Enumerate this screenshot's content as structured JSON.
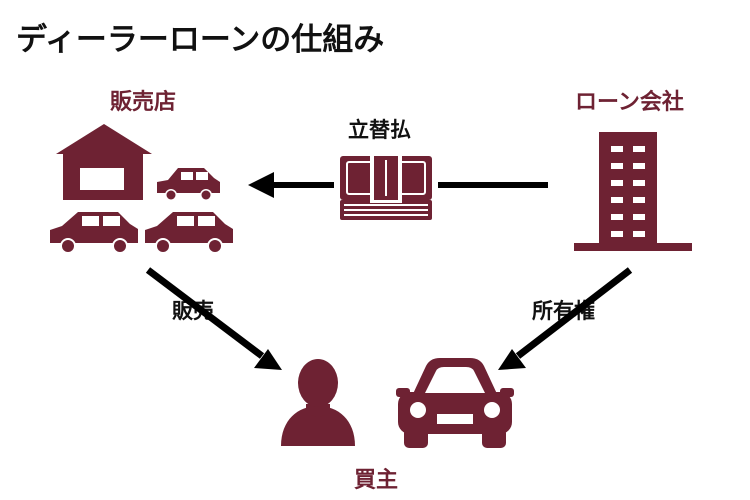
{
  "title": "ディーラーローンの仕組み",
  "colors": {
    "accent": "#6e2233",
    "arrow": "#000000",
    "text": "#111111"
  },
  "nodes": {
    "dealer": {
      "label": "販売店",
      "icon": "dealer-shop-cars-icon"
    },
    "loan_company": {
      "label": "ローン会社",
      "icon": "office-building-icon"
    },
    "buyer": {
      "label": "買主",
      "icon": "person-and-car-icon"
    }
  },
  "edges": {
    "advance_payment": {
      "label": "立替払",
      "icon": "money-bundle-icon"
    },
    "sale": {
      "label": "販売"
    },
    "ownership": {
      "label": "所有権"
    }
  }
}
